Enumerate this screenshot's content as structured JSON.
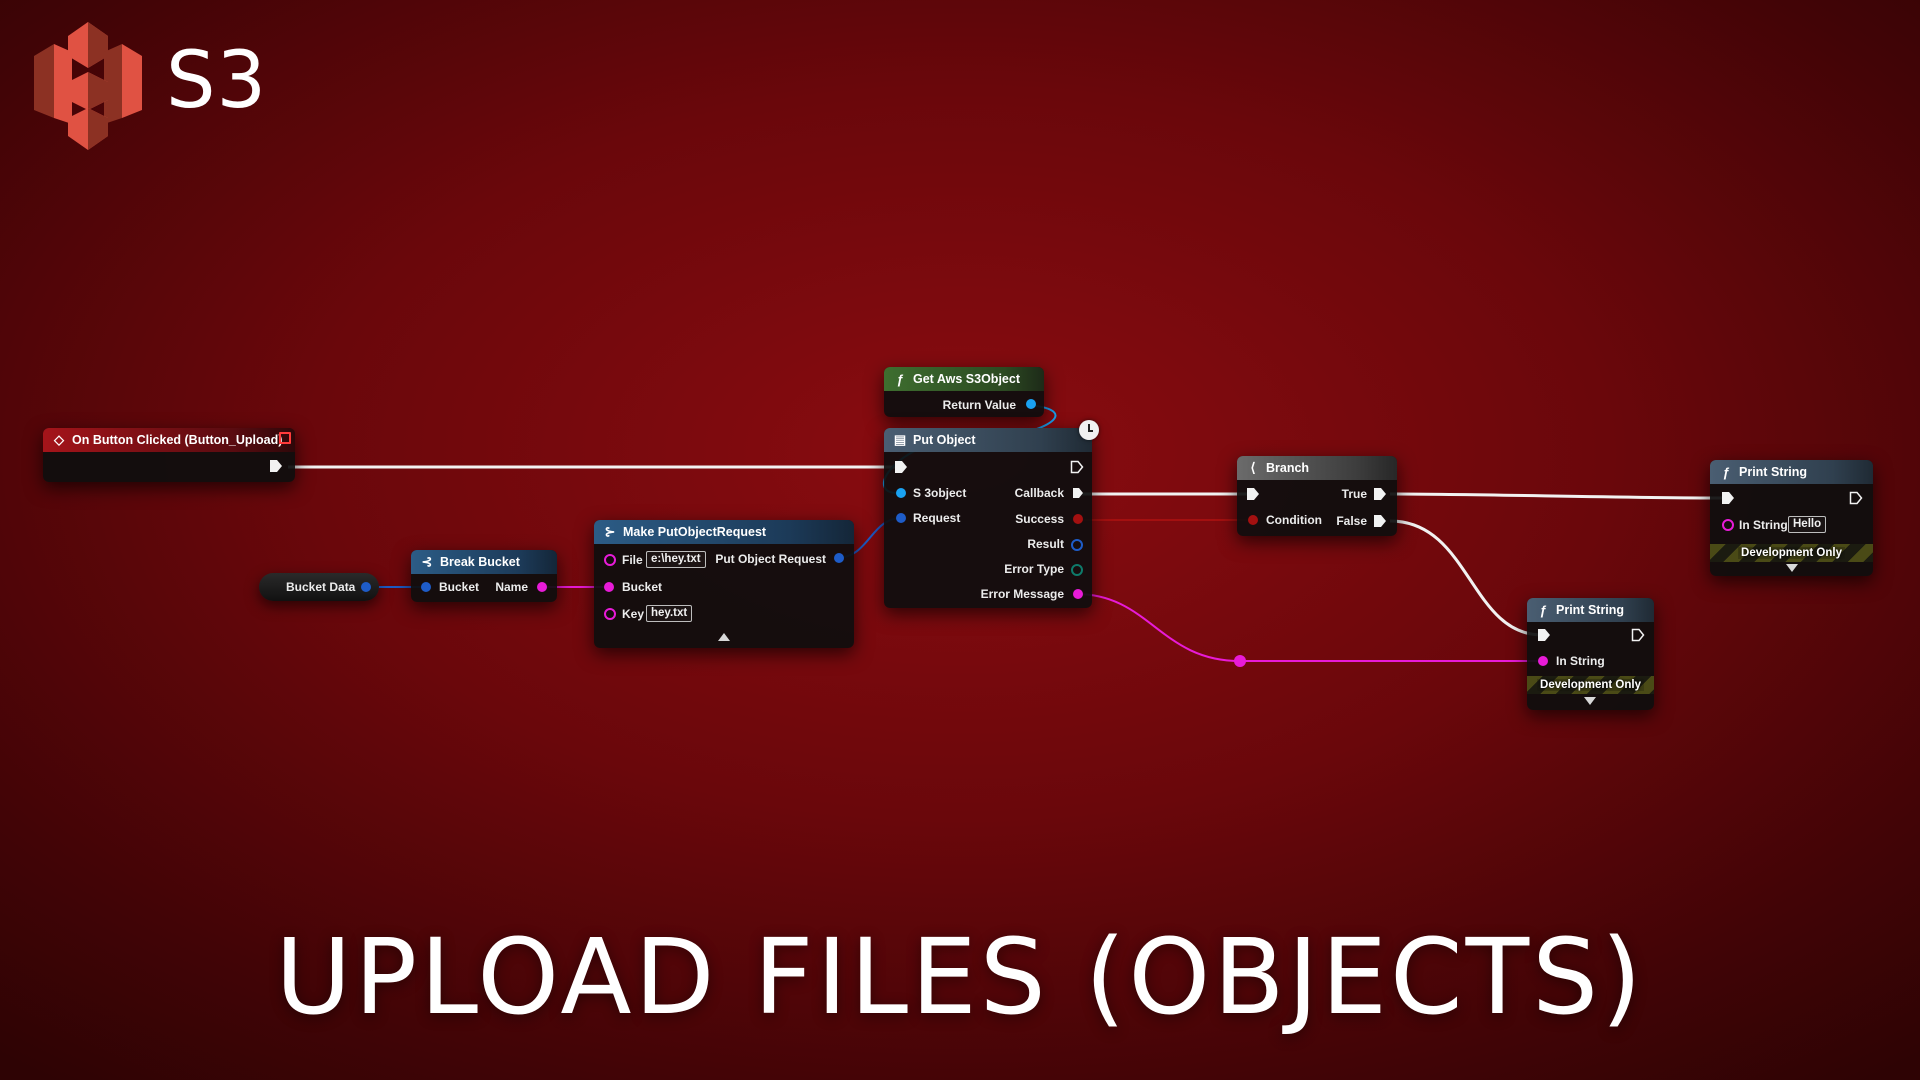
{
  "logo": {
    "icon": "aws-s3-bucket-icon",
    "text": "S3",
    "color": "#e05243"
  },
  "caption": "UPLOAD FILES (OBJECTS)",
  "colors": {
    "background": "#6a070b",
    "exec_wire": "#ffffff",
    "object_pin": "#1aa2f2",
    "struct_pin": "#1e5cc8",
    "string_pin": "#e81bd8",
    "bool_pin": "#a31010",
    "enum_pin": "#0e7a6a"
  },
  "nodes": {
    "on_button_clicked": {
      "title": "On Button Clicked (Button_Upload)",
      "icon": "event-diamond-icon"
    },
    "get_aws_s3object": {
      "title": "Get Aws S3Object",
      "icon": "function-icon",
      "outputs": {
        "return_value": "Return Value"
      }
    },
    "put_object": {
      "title": "Put Object",
      "icon": "latent-node-icon",
      "inputs": {
        "s3object": "S 3object",
        "request": "Request"
      },
      "outputs": {
        "callback": "Callback",
        "success": "Success",
        "result": "Result",
        "error_type": "Error Type",
        "error_message": "Error Message"
      }
    },
    "bucket_data": {
      "title": "Bucket Data"
    },
    "break_bucket": {
      "title": "Break Bucket",
      "icon": "break-struct-icon",
      "inputs": {
        "bucket": "Bucket"
      },
      "outputs": {
        "name": "Name"
      }
    },
    "make_put_object_request": {
      "title": "Make PutObjectRequest",
      "icon": "make-struct-icon",
      "inputs": {
        "file": "File",
        "file_value": "e:\\hey.txt",
        "bucket": "Bucket",
        "key": "Key",
        "key_value": "hey.txt"
      },
      "outputs": {
        "request": "Put Object Request"
      }
    },
    "branch": {
      "title": "Branch",
      "icon": "branch-icon",
      "inputs": {
        "condition": "Condition"
      },
      "outputs": {
        "true": "True",
        "false": "False"
      }
    },
    "print_string_top": {
      "title": "Print String",
      "icon": "function-icon",
      "inputs": {
        "in_string": "In String",
        "in_string_value": "Hello"
      },
      "footer": "Development Only"
    },
    "print_string_bottom": {
      "title": "Print String",
      "icon": "function-icon",
      "inputs": {
        "in_string": "In String"
      },
      "footer": "Development Only"
    }
  }
}
